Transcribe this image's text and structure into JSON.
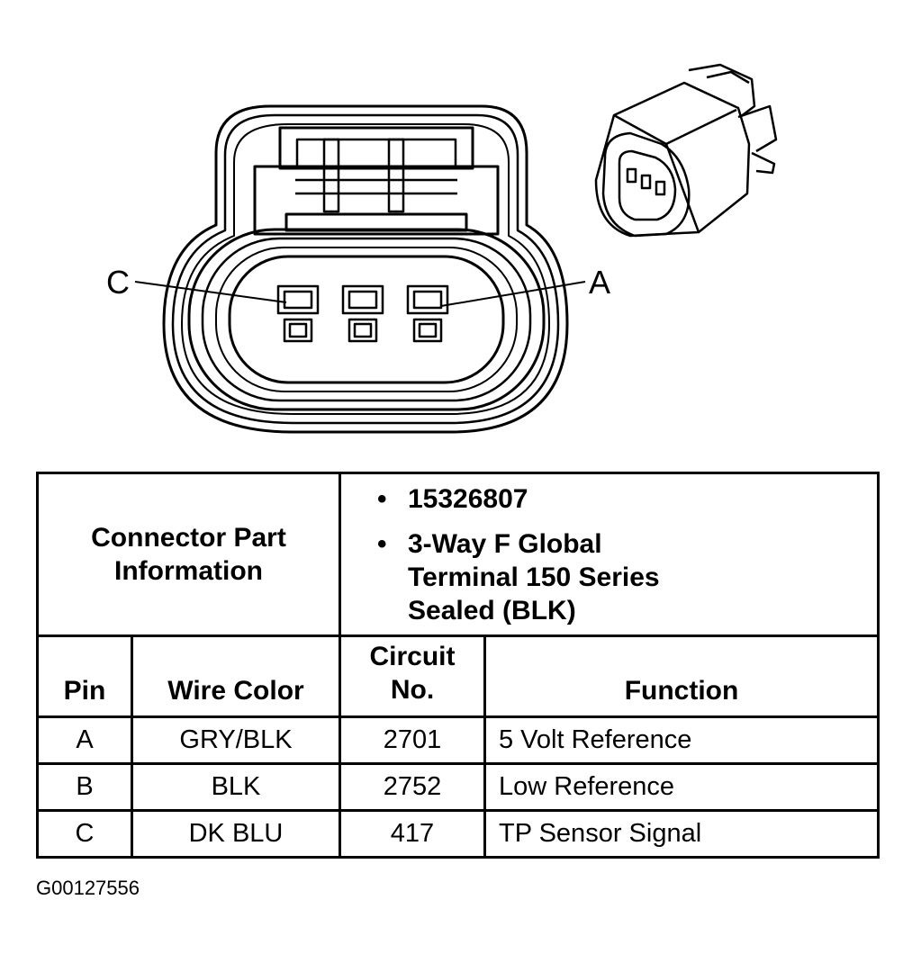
{
  "connector": {
    "pin_labels": {
      "left": "C",
      "right": "A"
    }
  },
  "table": {
    "part_info_label": "Connector Part Information",
    "part_info": [
      {
        "bullet": "•",
        "lines": [
          "15326807"
        ]
      },
      {
        "bullet": "•",
        "lines": [
          "3-Way F Global",
          "Terminal 150 Series",
          "Sealed (BLK)"
        ]
      }
    ],
    "headers": {
      "pin": "Pin",
      "wire_color": "Wire Color",
      "circuit_line1": "Circuit",
      "circuit_line2": "No.",
      "function": "Function"
    },
    "rows": [
      {
        "pin": "A",
        "wire_color": "GRY/BLK",
        "circuit": "2701",
        "function": "5 Volt Reference"
      },
      {
        "pin": "B",
        "wire_color": "BLK",
        "circuit": "2752",
        "function": "Low Reference"
      },
      {
        "pin": "C",
        "wire_color": "DK BLU",
        "circuit": "417",
        "function": "TP Sensor Signal"
      }
    ]
  },
  "figure_id": "G00127556"
}
